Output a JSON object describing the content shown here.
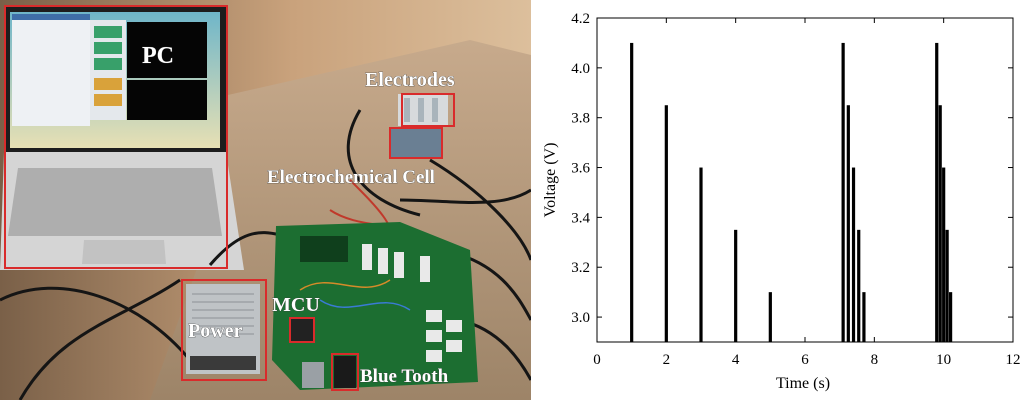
{
  "photo": {
    "labels": {
      "pc": "PC",
      "electrodes": "Electrodes",
      "cell": "Electrochemical Cell",
      "mcu": "MCU",
      "power": "Power",
      "bluetooth": "Blue Tooth"
    },
    "colors": {
      "callout": "#d92b2b"
    }
  },
  "chart_data": {
    "type": "bar",
    "xlabel": "Time (s)",
    "ylabel": "Voltage (V)",
    "xlim": [
      0,
      12
    ],
    "ylim": [
      2.9,
      4.2
    ],
    "xticks": [
      0,
      2,
      4,
      6,
      8,
      10,
      12
    ],
    "yticks": [
      3.0,
      3.2,
      3.4,
      3.6,
      3.8,
      4.0,
      4.2
    ],
    "grid": false,
    "x": [
      1,
      2,
      3,
      4,
      5,
      7.1,
      7.25,
      7.4,
      7.55,
      7.7,
      9.8,
      9.9,
      10.0,
      10.1,
      10.2
    ],
    "values": [
      4.1,
      3.85,
      3.6,
      3.35,
      3.1,
      4.1,
      3.85,
      3.6,
      3.35,
      3.1,
      4.1,
      3.85,
      3.6,
      3.35,
      3.1
    ],
    "color": "#000000"
  }
}
